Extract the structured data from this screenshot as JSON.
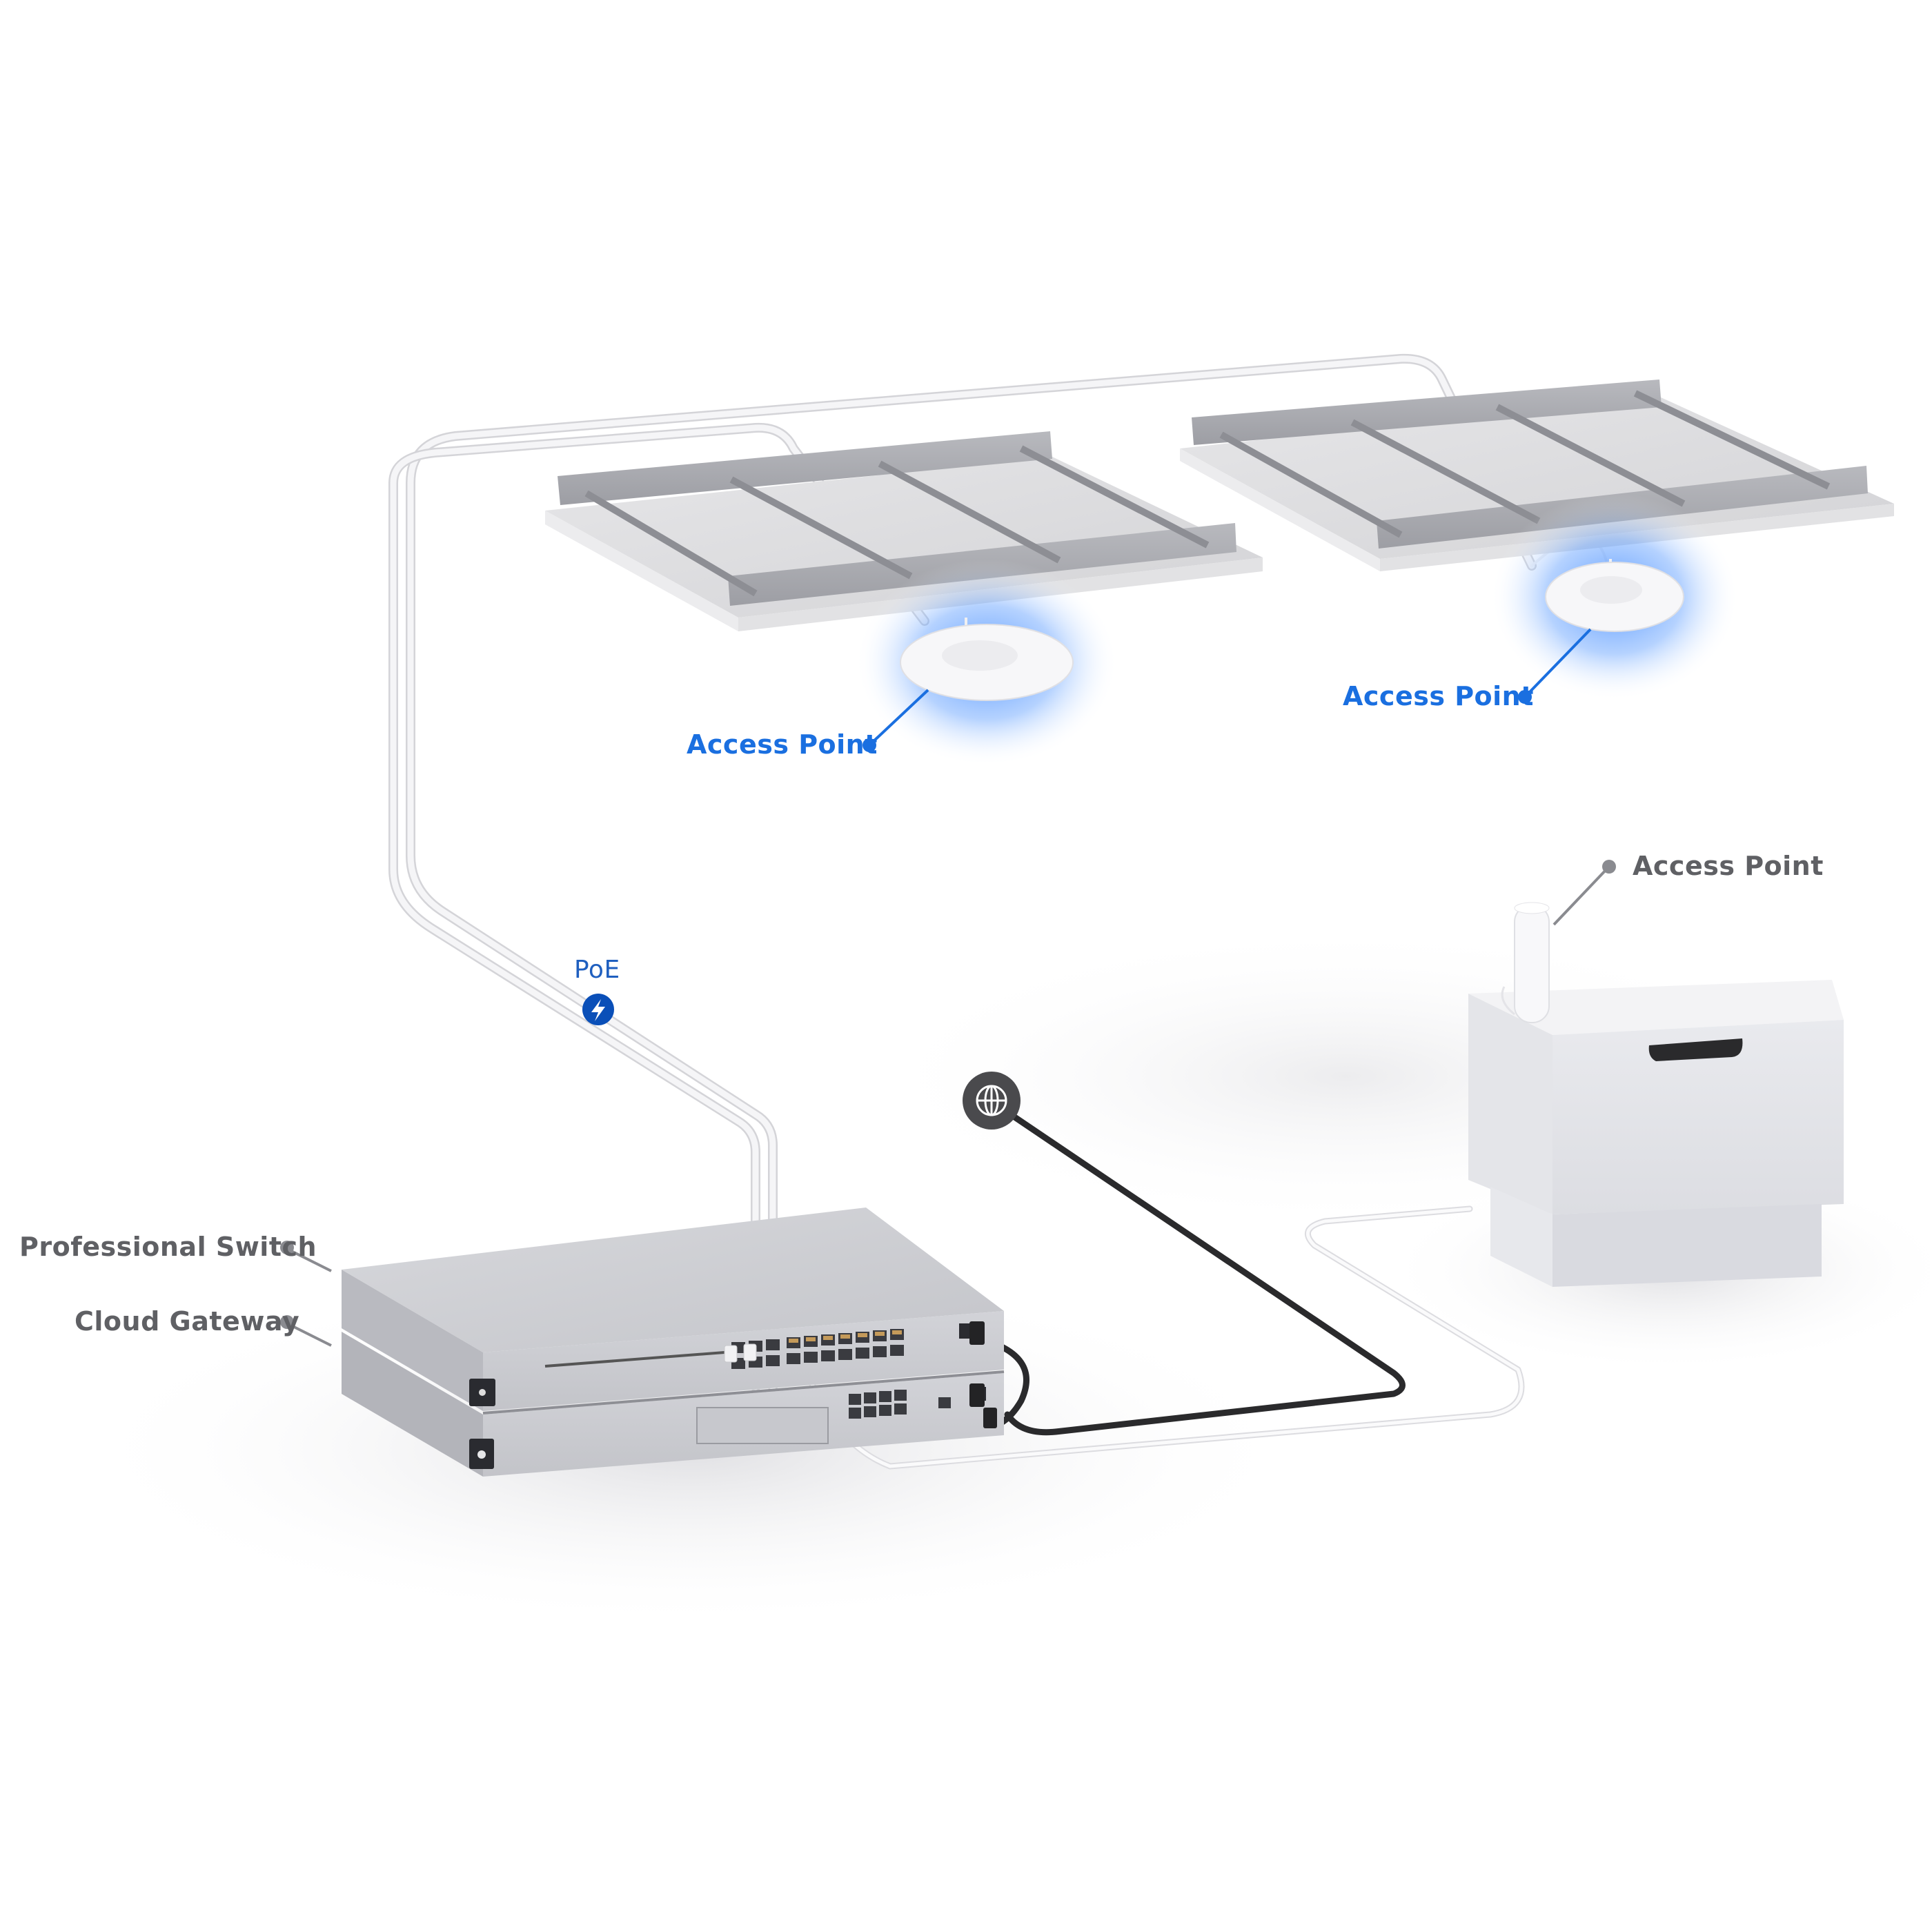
{
  "diagram": {
    "title": "UniFi network topology with ceiling and wall access points",
    "colors": {
      "accent_blue": "#1a6fe0",
      "poe_badge": "#0a4fb8",
      "label_gray": "#5f6064",
      "internet_badge": "#4a4a4d",
      "device_silver": "#c9cacf",
      "cable_white": "#f2f2f4",
      "cable_black": "#2a2a2c",
      "ap_glow": "#3a86ff"
    },
    "labels": {
      "ceiling_ap_left": "Access Point",
      "ceiling_ap_right": "Access Point",
      "wall_ap": "Access Point",
      "professional_switch": "Professional Switch",
      "cloud_gateway": "Cloud Gateway",
      "poe": "PoE"
    },
    "icons": {
      "poe_badge": "lightning-bolt-icon",
      "internet_badge": "globe-icon"
    },
    "devices": [
      {
        "name": "Access Point",
        "type": "ceiling-mounted",
        "label_color": "blue"
      },
      {
        "name": "Access Point",
        "type": "ceiling-mounted",
        "label_color": "blue"
      },
      {
        "name": "Access Point",
        "type": "cabinet-mounted antenna",
        "label_color": "gray"
      },
      {
        "name": "Professional Switch",
        "type": "rack switch",
        "ports_top_row": 16,
        "ports_sfp": 2
      },
      {
        "name": "Cloud Gateway",
        "type": "rack gateway",
        "ports": 8
      }
    ],
    "connections": [
      {
        "from": "Professional Switch",
        "to": "Access Point (left ceiling)",
        "cable": "white",
        "poe": true
      },
      {
        "from": "Professional Switch",
        "to": "Access Point (right ceiling)",
        "cable": "white",
        "poe": true
      },
      {
        "from": "Professional Switch",
        "to": "Access Point (cabinet)",
        "cable": "white"
      },
      {
        "from": "Cloud Gateway",
        "to": "Internet",
        "cable": "black"
      },
      {
        "from": "Professional Switch",
        "to": "Cloud Gateway",
        "cable": "black"
      }
    ]
  }
}
